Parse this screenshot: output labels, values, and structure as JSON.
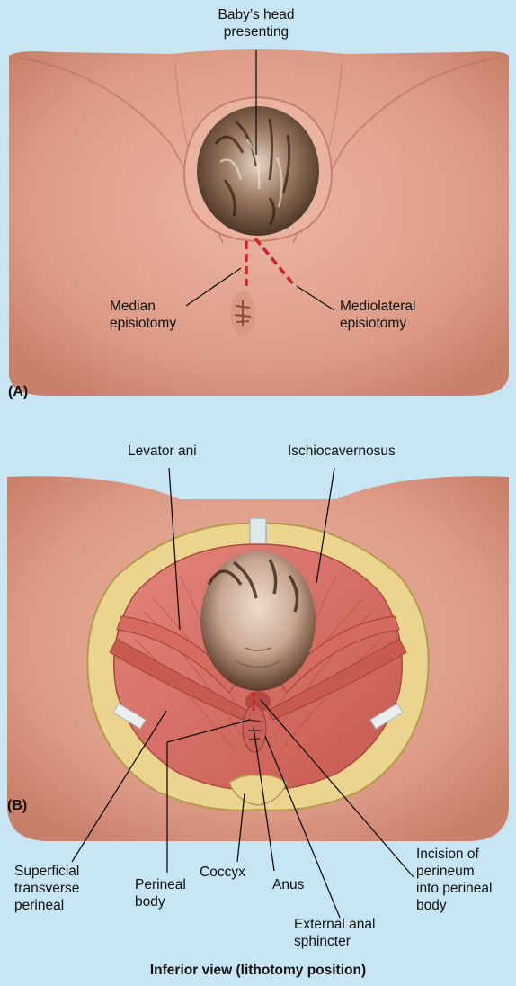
{
  "figure": {
    "panel_a": {
      "panel_label": "(A)",
      "labels": {
        "head": "Baby’s head\npresenting",
        "median": "Median\nepisiotomy",
        "mediolateral": "Mediolateral\nepisiotomy"
      }
    },
    "panel_b": {
      "panel_label": "(B)",
      "labels": {
        "levator": "Levator ani",
        "ischio": "Ischiocavernosus",
        "superficial": "Superficial\ntransverse\nperineal",
        "perineal_body": "Perineal\nbody",
        "coccyx": "Coccyx",
        "anus": "Anus",
        "external": "External anal\nsphincter",
        "incision": "Incision of\nperineum\ninto perineal\nbody"
      }
    },
    "caption": "Inferior view (lithotomy position)",
    "colors": {
      "background": "#c8e5f3",
      "skin": "#e3a48f",
      "skin_dark": "#c97f6b",
      "muscle": "#d8685f",
      "bone": "#ead48e",
      "hair": "#6b4a32",
      "incision_line": "#d2232a"
    }
  }
}
